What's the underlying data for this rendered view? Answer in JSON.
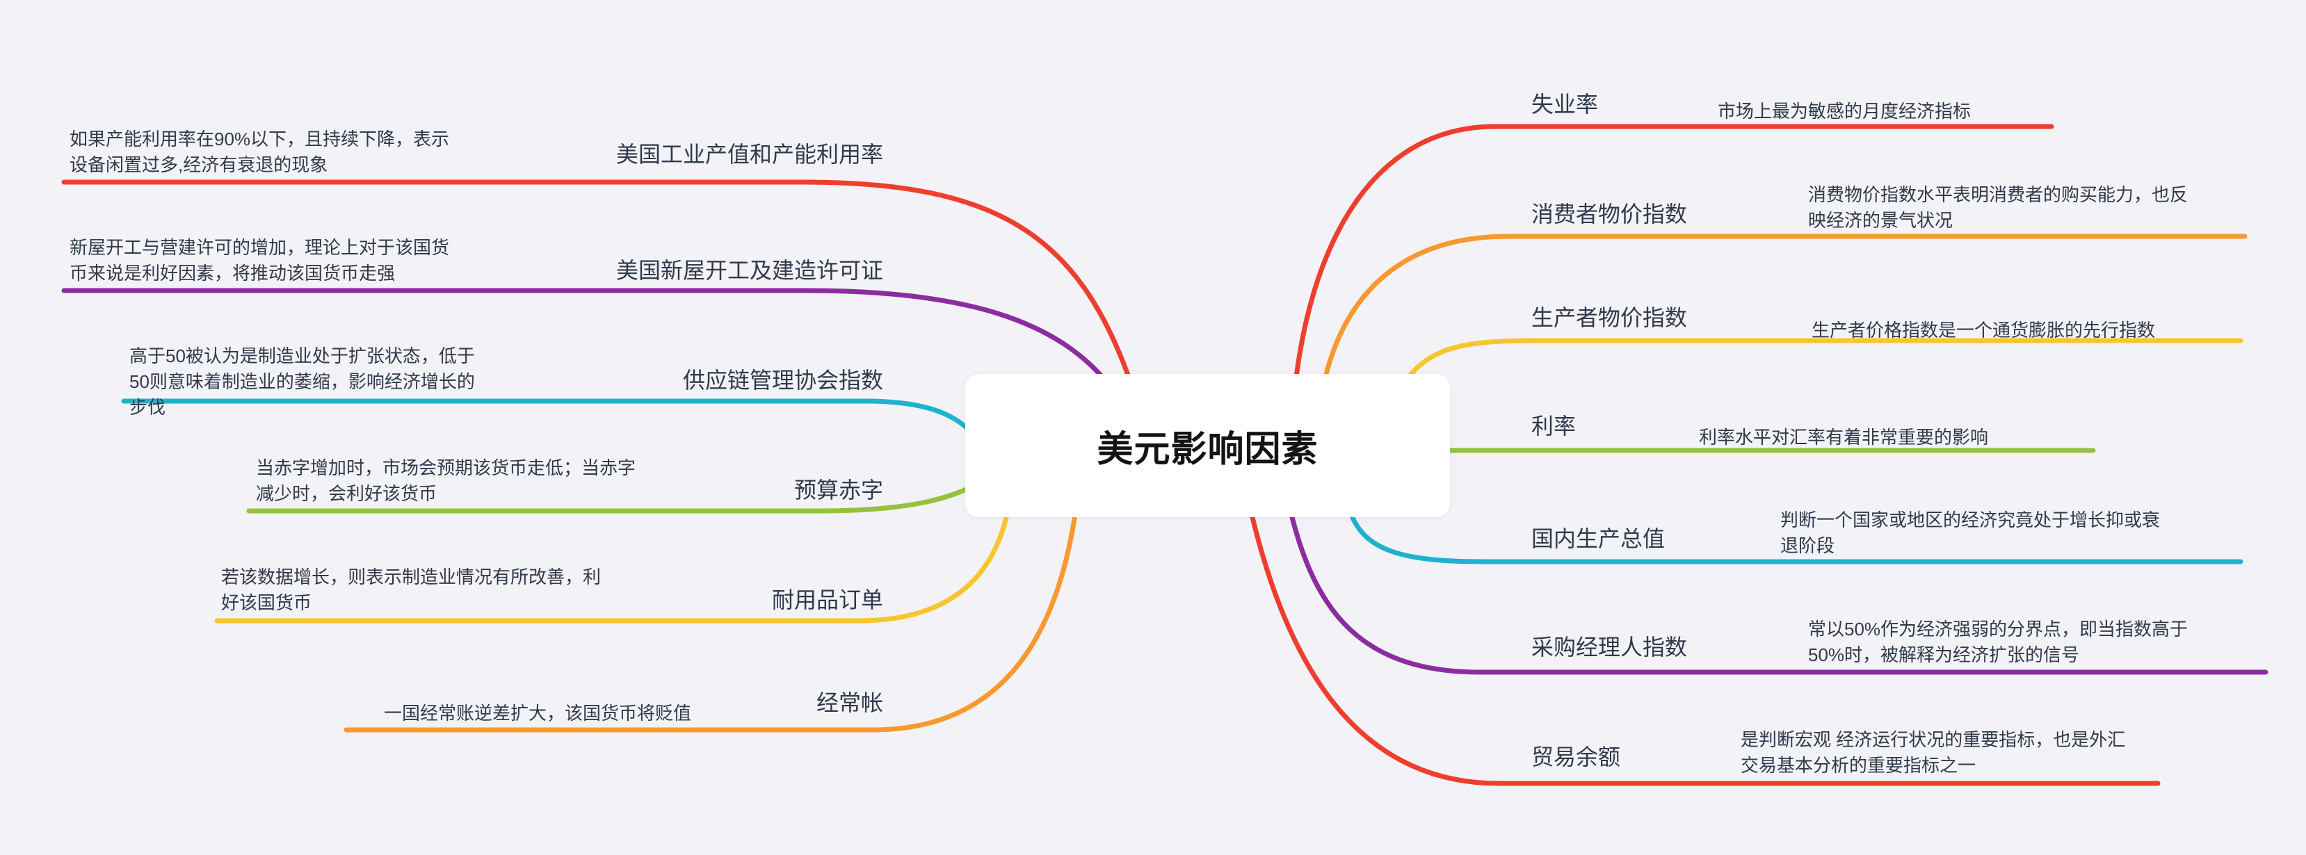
{
  "canvas": {
    "background_color": "#f3f2f7",
    "text_color": "#2f3a4b"
  },
  "center": {
    "label": "美元影响因素",
    "background_color": "#ffffff"
  },
  "left_branches": [
    {
      "label": "美国工业产值和产能利用率",
      "note": "如果产能利用率在90%以下，且持续下降，表示设备闲置过多,经济有衰退的现象",
      "color": "#ee3e2d"
    },
    {
      "label": "美国新屋开工及建造许可证",
      "note": "新屋开工与营建许可的增加，理论上对于该国货币来说是利好因素，将推动该国货币走强",
      "color": "#8b2da0"
    },
    {
      "label": "供应链管理协会指数",
      "note": "高于50被认为是制造业处于扩张状态，低于50则意味着制造业的萎缩，影响经济增长的步伐",
      "color": "#1fb2cf"
    },
    {
      "label": "预算赤字",
      "note": "当赤字增加时，市场会预期该货币走低；当赤字减少时，会利好该货币",
      "color": "#95c23c"
    },
    {
      "label": "耐用品订单",
      "note": "若该数据增长，则表示制造业情况有所改善，利好该国货币",
      "color": "#f8c52f"
    },
    {
      "label": "经常帐",
      "note": "一国经常账逆差扩大，该国货币将贬值",
      "color": "#f7992f"
    }
  ],
  "right_branches": [
    {
      "label": "失业率",
      "note": "市场上最为敏感的月度经济指标",
      "color": "#ee3e2d"
    },
    {
      "label": "消费者物价指数",
      "note": "消费物价指数水平表明消费者的购买能力，也反映经济的景气状况",
      "color": "#f7992f"
    },
    {
      "label": "生产者物价指数",
      "note": "生产者价格指数是一个通货膨胀的先行指数",
      "color": "#f8c52f"
    },
    {
      "label": "利率",
      "note": "利率水平对汇率有着非常重要的影响",
      "color": "#95c23c"
    },
    {
      "label": "国内生产总值",
      "note": "判断一个国家或地区的经济究竟处于增长抑或衰退阶段",
      "color": "#1fb2cf"
    },
    {
      "label": "采购经理人指数",
      "note": "常以50%作为经济强弱的分界点，即当指数高于50%时，被解释为经济扩张的信号",
      "color": "#8b2da0"
    },
    {
      "label": "贸易余额",
      "note": "是判断宏观 经济运行状况的重要指标，也是外汇交易基本分析的重要指标之一",
      "color": "#ee3e2d"
    }
  ]
}
